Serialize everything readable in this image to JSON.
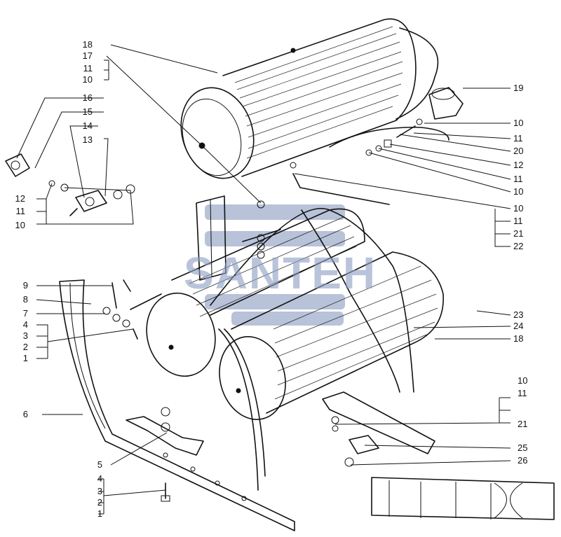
{
  "watermark": {
    "text": "SANTEH"
  },
  "callouts": {
    "left_column": [
      "18",
      "17",
      "11",
      "10",
      "16",
      "15",
      "14",
      "13",
      "12",
      "11",
      "10",
      "9",
      "8",
      "7",
      "4",
      "3",
      "2",
      "1",
      "6",
      "5",
      "4",
      "3",
      "2",
      "1"
    ],
    "right_column": [
      "19",
      "10",
      "11",
      "20",
      "12",
      "11",
      "10",
      "10",
      "11",
      "21",
      "22",
      "23",
      "24",
      "18",
      "10",
      "11",
      "21",
      "25",
      "26"
    ]
  }
}
